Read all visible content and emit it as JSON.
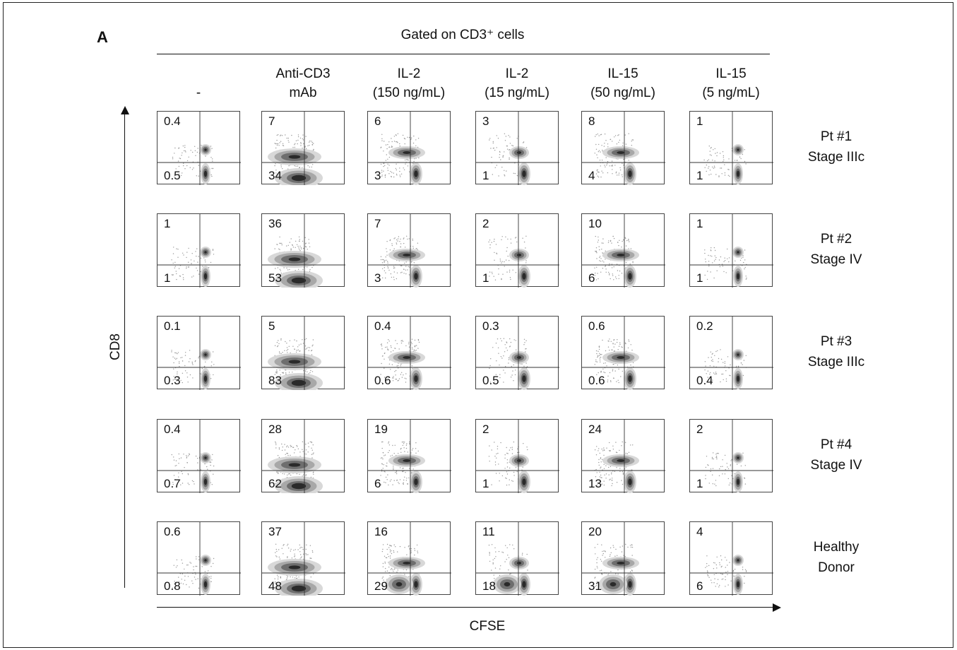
{
  "panel_label": "A",
  "gate_title": "Gated on CD3⁺ cells",
  "axes": {
    "y_label": "CD8",
    "x_label": "CFSE"
  },
  "columns": [
    {
      "line1": "-",
      "line2": ""
    },
    {
      "line1": "Anti-CD3",
      "line2": "mAb"
    },
    {
      "line1": "IL-2",
      "line2": "(150 ng/mL)"
    },
    {
      "line1": "IL-2",
      "line2": "(15 ng/mL)"
    },
    {
      "line1": "IL-15",
      "line2": "(50 ng/mL)"
    },
    {
      "line1": "IL-15",
      "line2": "(5 ng/mL)"
    }
  ],
  "rows": [
    {
      "line1": "Pt #1",
      "line2": "Stage IIIc"
    },
    {
      "line1": "Pt #2",
      "line2": "Stage IV"
    },
    {
      "line1": "Pt #3",
      "line2": "Stage IIIc"
    },
    {
      "line1": "Pt #4",
      "line2": "Stage IV"
    },
    {
      "line1": "Healthy",
      "line2": "Donor"
    }
  ],
  "quadrant_values": [
    [
      {
        "upper": "0.4",
        "lower": "0.5"
      },
      {
        "upper": "7",
        "lower": "34"
      },
      {
        "upper": "6",
        "lower": "3"
      },
      {
        "upper": "3",
        "lower": "1"
      },
      {
        "upper": "8",
        "lower": "4"
      },
      {
        "upper": "1",
        "lower": "1"
      }
    ],
    [
      {
        "upper": "1",
        "lower": "1"
      },
      {
        "upper": "36",
        "lower": "53"
      },
      {
        "upper": "7",
        "lower": "3"
      },
      {
        "upper": "2",
        "lower": "1"
      },
      {
        "upper": "10",
        "lower": "6"
      },
      {
        "upper": "1",
        "lower": "1"
      }
    ],
    [
      {
        "upper": "0.1",
        "lower": "0.3"
      },
      {
        "upper": "5",
        "lower": "83"
      },
      {
        "upper": "0.4",
        "lower": "0.6"
      },
      {
        "upper": "0.3",
        "lower": "0.5"
      },
      {
        "upper": "0.6",
        "lower": "0.6"
      },
      {
        "upper": "0.2",
        "lower": "0.4"
      }
    ],
    [
      {
        "upper": "0.4",
        "lower": "0.7"
      },
      {
        "upper": "28",
        "lower": "62"
      },
      {
        "upper": "19",
        "lower": "6"
      },
      {
        "upper": "2",
        "lower": "1"
      },
      {
        "upper": "24",
        "lower": "13"
      },
      {
        "upper": "2",
        "lower": "1"
      }
    ],
    [
      {
        "upper": "0.6",
        "lower": "0.8"
      },
      {
        "upper": "37",
        "lower": "48"
      },
      {
        "upper": "16",
        "lower": "29"
      },
      {
        "upper": "11",
        "lower": "18"
      },
      {
        "upper": "20",
        "lower": "31"
      },
      {
        "upper": "4",
        "lower": "6"
      }
    ]
  ]
}
